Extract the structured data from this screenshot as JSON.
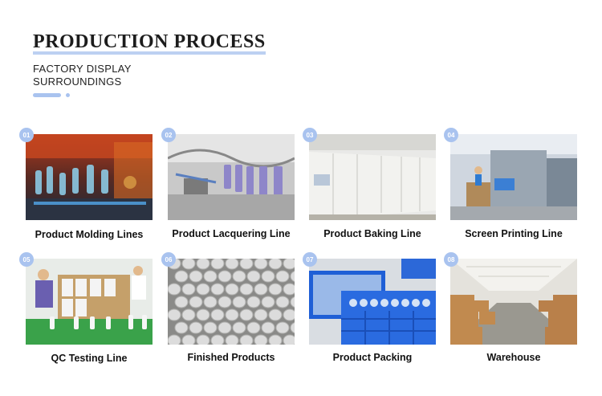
{
  "header": {
    "title": "PRODUCTION PROCESS",
    "subtitle_line1": "FACTORY DISPLAY",
    "subtitle_line2": "SURROUNDINGS"
  },
  "accent_color": "#a9c3ef",
  "steps": [
    {
      "number": "01",
      "label": "Product Molding Lines"
    },
    {
      "number": "02",
      "label": "Product Lacquering Line"
    },
    {
      "number": "03",
      "label": "Product Baking Line"
    },
    {
      "number": "04",
      "label": "Screen Printing Line"
    },
    {
      "number": "05",
      "label": "QC Testing Line"
    },
    {
      "number": "06",
      "label": "Finished Products"
    },
    {
      "number": "07",
      "label": "Product Packing"
    },
    {
      "number": "08",
      "label": "Warehouse"
    }
  ]
}
